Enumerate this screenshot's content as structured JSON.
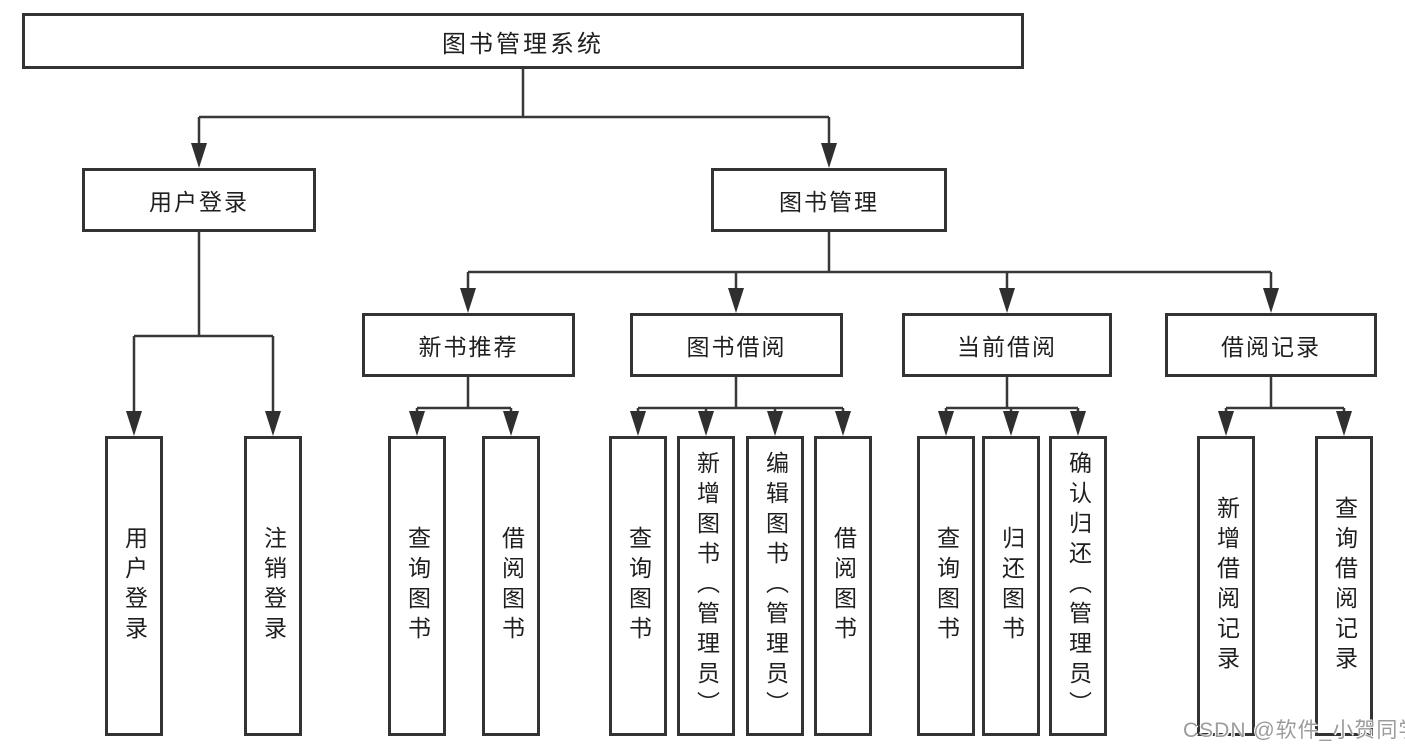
{
  "tree": {
    "label": "图书管理系统",
    "children": [
      {
        "label": "用户登录",
        "children": [
          {
            "label": "用户登录"
          },
          {
            "label": "注销登录"
          }
        ]
      },
      {
        "label": "图书管理",
        "children": [
          {
            "label": "新书推荐",
            "children": [
              {
                "label": "查询图书"
              },
              {
                "label": "借阅图书"
              }
            ]
          },
          {
            "label": "图书借阅",
            "children": [
              {
                "label": "查询图书"
              },
              {
                "label": "新增图书（管理员）"
              },
              {
                "label": "编辑图书（管理员）"
              },
              {
                "label": "借阅图书"
              }
            ]
          },
          {
            "label": "当前借阅",
            "children": [
              {
                "label": "查询图书"
              },
              {
                "label": "归还图书"
              },
              {
                "label": "确认归还（管理员）"
              }
            ]
          },
          {
            "label": "借阅记录",
            "children": [
              {
                "label": "新增借阅记录"
              },
              {
                "label": "查询借阅记录"
              }
            ]
          }
        ]
      }
    ]
  },
  "watermark": {
    "text": "CSDN @软件_小贺同学"
  },
  "colors": {
    "line": "#383838",
    "box_border": "#333333",
    "text": "#1f1f1f",
    "background": "#ffffff",
    "watermark": "#9c9c9c"
  }
}
